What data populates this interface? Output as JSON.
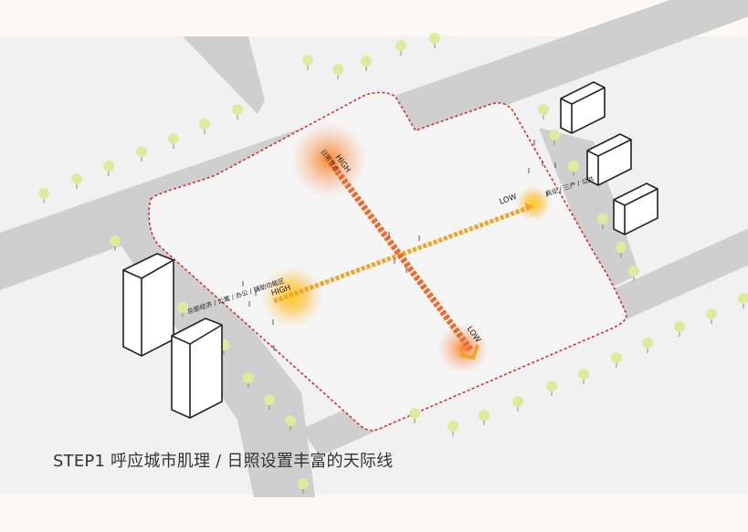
{
  "caption": "STEP1 呼应城市肌理 / 日照设置丰富的天际线",
  "axes": [
    {
      "start_label": "HIGH",
      "end_label": "LOW",
      "color": "#f0a42a"
    },
    {
      "start_label": "HIGH",
      "end_label": "LOW",
      "color": "#ec6a2c"
    }
  ],
  "annotations": {
    "west": "总部经济 / 公寓 / 办公 / 辅助功能区",
    "east": "商业 / 三产 / 公共",
    "north": "日照节点"
  },
  "colors": {
    "background": "#f1f1f1",
    "road": "#cfcfcf",
    "site_boundary": "#d62c2c",
    "tree": "#dcec9c",
    "axis_yellow": "#f0a42a",
    "axis_orange": "#ec6a2c"
  }
}
